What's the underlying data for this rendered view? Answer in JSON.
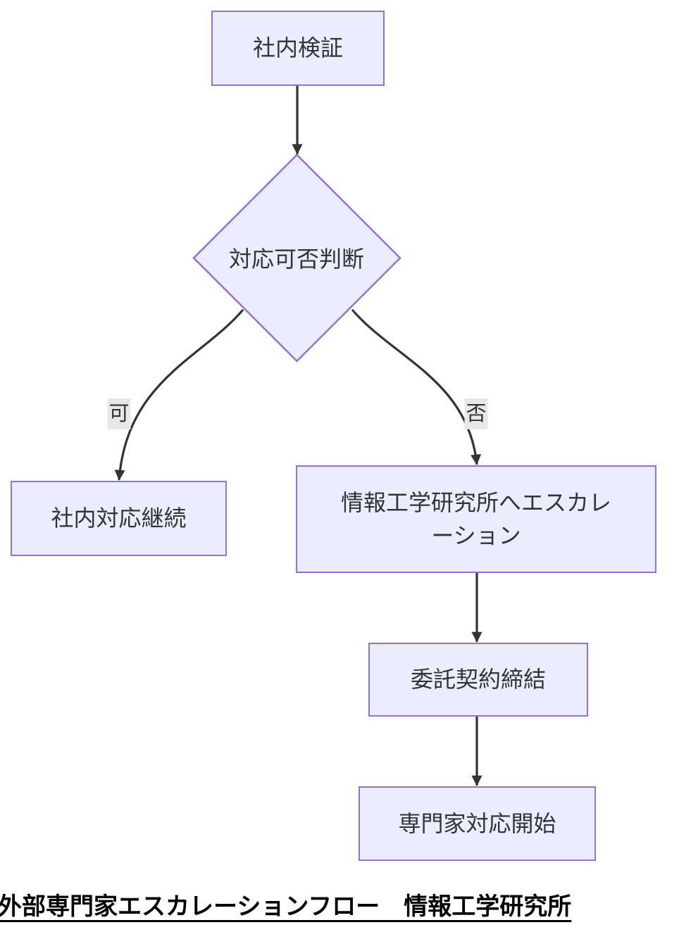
{
  "diagram": {
    "type": "flowchart",
    "direction": "top-down",
    "nodes": [
      {
        "id": "internal-verification",
        "shape": "rect",
        "label": "社内検証"
      },
      {
        "id": "decision",
        "shape": "diamond",
        "label": "対応可否判断"
      },
      {
        "id": "continue-internal",
        "shape": "rect",
        "label": "社内対応継続"
      },
      {
        "id": "escalation",
        "shape": "rect",
        "label": "情報工学研究所へエスカレーション"
      },
      {
        "id": "contract",
        "shape": "rect",
        "label": "委託契約締結"
      },
      {
        "id": "expert-start",
        "shape": "rect",
        "label": "専門家対応開始"
      }
    ],
    "edges": [
      {
        "from": "internal-verification",
        "to": "decision",
        "label": ""
      },
      {
        "from": "decision",
        "to": "continue-internal",
        "label": "可"
      },
      {
        "from": "decision",
        "to": "escalation",
        "label": "否"
      },
      {
        "from": "escalation",
        "to": "contract",
        "label": ""
      },
      {
        "from": "contract",
        "to": "expert-start",
        "label": ""
      }
    ],
    "caption": "外部専門家エスカレーションフロー　情報工学研究所"
  },
  "colors": {
    "node_fill": "#ECECFF",
    "node_border": "#9370DB",
    "edge_stroke": "#333333",
    "edge_label_bg": "#e8e8e8",
    "node_text": "#333333",
    "caption_text": "#000000",
    "background": "#ffffff"
  }
}
